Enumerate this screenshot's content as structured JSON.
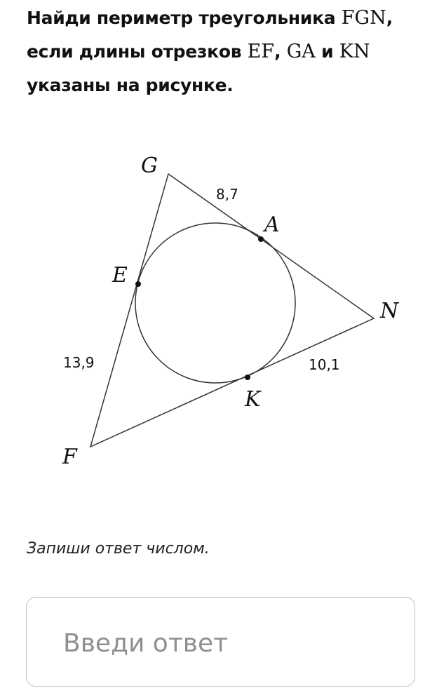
{
  "question": {
    "line1_text": "Найди периметр треугольника ",
    "line1_math": "FGN",
    "line1_tail": ",",
    "line2_text": "если длины отрезков ",
    "line2_math1": "EF",
    "line2_sep1": ", ",
    "line2_math2": "GA",
    "line2_conj": " и ",
    "line2_math3": "KN",
    "line3_text": "указаны на рисунке."
  },
  "figure": {
    "points": {
      "G": "G",
      "A": "A",
      "E": "E",
      "N": "N",
      "K": "K",
      "F": "F"
    },
    "lengths": {
      "GA": "8,7",
      "EF": "13,9",
      "KN": "10,1"
    }
  },
  "hint": "Запиши ответ числом.",
  "answer": {
    "placeholder": "Введи ответ",
    "value": ""
  }
}
